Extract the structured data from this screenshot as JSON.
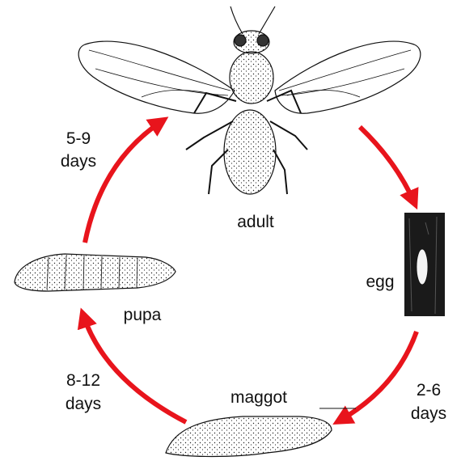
{
  "stages": {
    "adult": "adult",
    "egg": "egg",
    "maggot": "maggot",
    "pupa": "pupa"
  },
  "durations": {
    "adult_to_egg": {
      "line1": "",
      "line2": ""
    },
    "egg_to_maggot": {
      "line1": "2-6",
      "line2": "days"
    },
    "maggot_to_pupa": {
      "line1": "8-12",
      "line2": "days"
    },
    "pupa_to_adult": {
      "line1": "5-9",
      "line2": "days"
    }
  },
  "colors": {
    "arrow": "#e8141c",
    "ink": "#111111",
    "egg_bark": "#1a1a1a",
    "egg_light": "#f4f4f4"
  }
}
